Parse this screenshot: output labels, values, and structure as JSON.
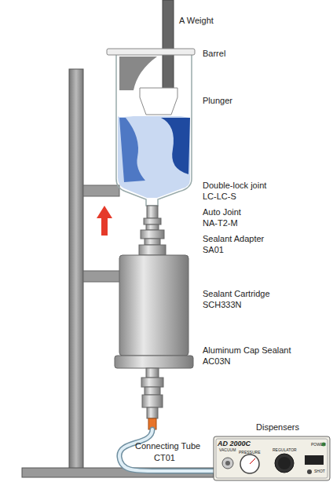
{
  "diagram": {
    "labels": [
      "A Weight",
      "Barrel",
      "Plunger",
      "Double-lock joint",
      "LC-LC-S",
      "Auto Joint",
      "NA-T2-M",
      "Sealant Adapter",
      "SA01",
      "Sealant Cartridge",
      "SCH333N",
      "Aluminum Cap Sealant",
      "AC03N",
      "Dispensers",
      "Connecting Tube",
      "CT01",
      "AD 2000C",
      "VACUUM",
      "PRESSURE",
      "REGULATOR",
      "POWER",
      "SHOT"
    ]
  }
}
